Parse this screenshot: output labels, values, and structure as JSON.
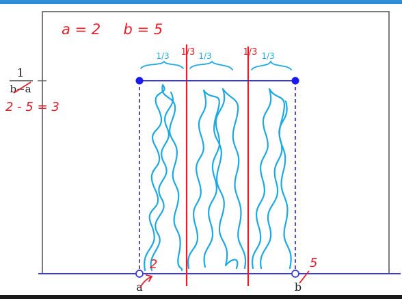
{
  "diagram": {
    "frac_numerator": "1",
    "frac_denominator": "b−a",
    "annotation_top": "a = 2     b = 5",
    "annotation_left": "2 - 5 = 3",
    "tick_a": "a",
    "tick_b": "b",
    "handwritten_a": "2",
    "handwritten_b": "5",
    "segment_labels": [
      "1/3",
      "1/3",
      "1/3",
      "1/3",
      "1/3"
    ],
    "colors": {
      "axis": "#3b3bd6",
      "box": "#5a5a5a",
      "annotation": "#e0202a",
      "shading": "#1fa8e0",
      "dot": "#1a1af0"
    }
  }
}
